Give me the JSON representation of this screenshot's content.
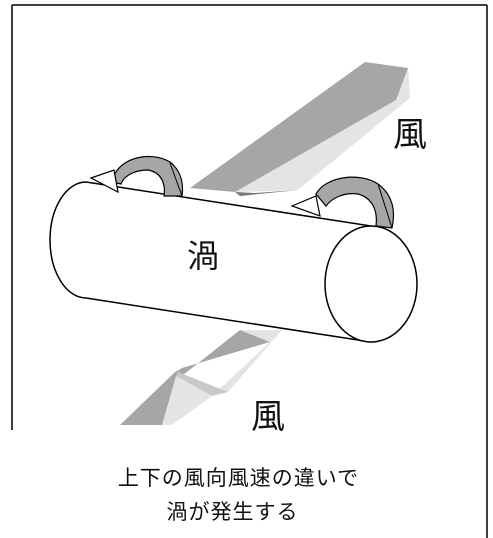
{
  "labels": {
    "wind_top": "風",
    "wind_bottom": "風",
    "vortex": "渦"
  },
  "caption": {
    "line1": "上下の風向風速の違いで",
    "line2": "渦が発生する"
  },
  "colors": {
    "arrow_face": "#a6a6a6",
    "arrow_light": "#e4e4e4",
    "arrow_dark": "#7a7a7a",
    "outline": "#000000"
  }
}
